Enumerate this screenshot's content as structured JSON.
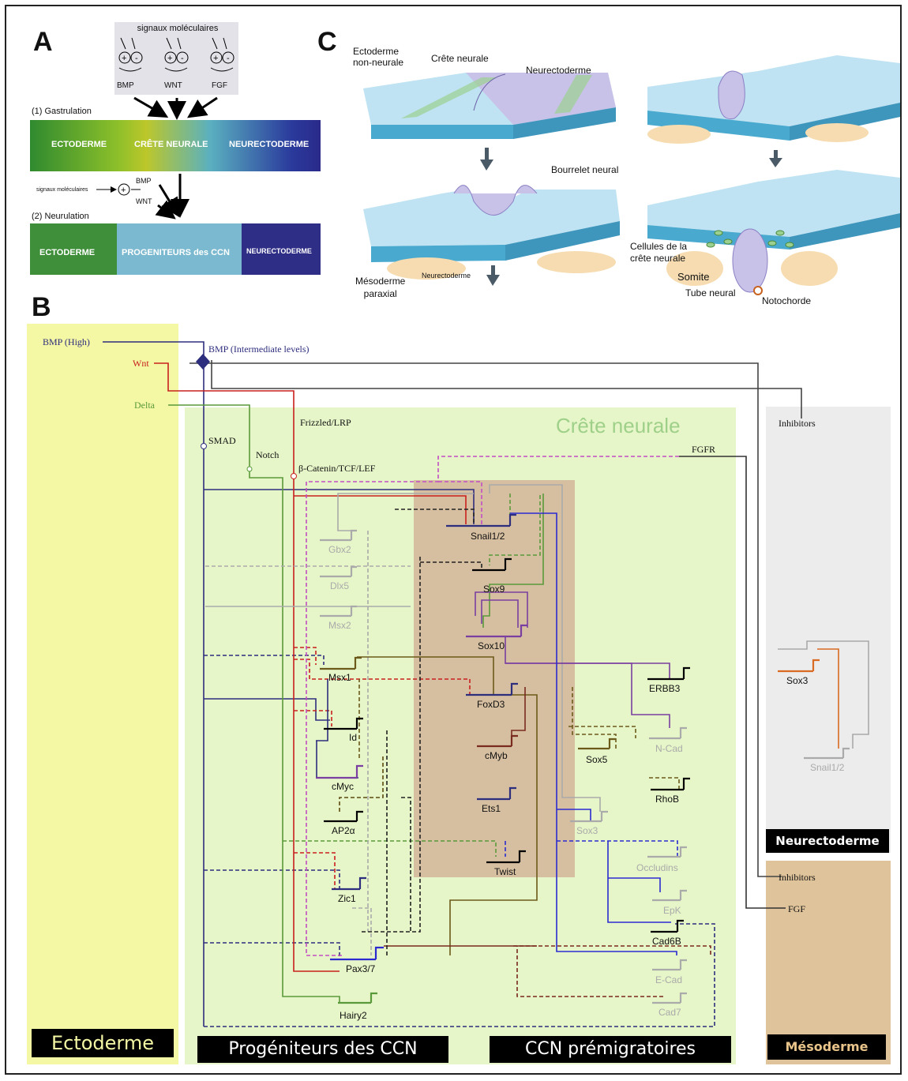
{
  "panels": {
    "a": "A",
    "b": "B",
    "c": "C"
  },
  "panel_a": {
    "signals_title": "signaux moléculaires",
    "signals": [
      "BMP",
      "WNT",
      "FGF"
    ],
    "plus": "+",
    "minus": "-",
    "gastrulation": "(1) Gastrulation",
    "band1": [
      "ECTODERME",
      "CRÊTE NEURALE",
      "NEURECTODERME"
    ],
    "side_signals": "signaux moléculaires",
    "bmp": "BMP",
    "wnt": "WNT",
    "neurulation": "(2) Neurulation",
    "band2": [
      "ECTODERME",
      "PROGENITEURS des CCN",
      "NEURECTODERME"
    ]
  },
  "panel_c": {
    "ecto_non_neural": [
      "Ectoderme",
      "non-neurale"
    ],
    "crete_neurale": "Crête neurale",
    "neurectoderme": "Neurectoderme",
    "bourrelet": "Bourrelet neural",
    "mesoderme": [
      "Mésoderme",
      "paraxial"
    ],
    "neurecto_small": "Neurectoderme",
    "cellules": [
      "Cellules de la",
      "crête neurale"
    ],
    "somite": "Somite",
    "tube": "Tube neural",
    "notochorde": "Notochorde"
  },
  "panel_b": {
    "region_labels": {
      "ectoderme": "Ectoderme",
      "progeniteurs": "Progéniteurs des CCN",
      "premigratoires": "CCN prémigratoires",
      "neurectoderme": "Neurectoderme",
      "mesoderme": "Mésoderme"
    },
    "crete_neurale_title": "Crête neurale",
    "signals": {
      "bmp_high": "BMP (High)",
      "bmp_int": "BMP (Intermediate levels)",
      "wnt": "Wnt",
      "delta": "Delta",
      "smad": "SMAD",
      "notch": "Notch",
      "frizzled": "Frizzled/LRP",
      "catenin": "β-Catenin/TCF/LEF",
      "fgfr": "FGFR",
      "inhibitors": "Inhibitors",
      "inhibitors2": "Inhibitors",
      "fgf": "FGF"
    },
    "genes": {
      "gbx2": "Gbx2",
      "dlx5": "Dlx5",
      "msx2": "Msx2",
      "msx1": "Msx1",
      "id": "Id",
      "cmyc": "cMyc",
      "ap2a": "AP2α",
      "zic1": "Zic1",
      "pax37": "Pax3/7",
      "hairy2": "Hairy2",
      "snail12": "Snail1/2",
      "sox9": "Sox9",
      "sox10": "Sox10",
      "foxd3": "FoxD3",
      "cmyb": "cMyb",
      "ets1": "Ets1",
      "twist": "Twist",
      "erbb3": "ERBB3",
      "ncad": "N-Cad",
      "sox5": "Sox5",
      "rhob": "RhoB",
      "sox3a": "Sox3",
      "occludins": "Occludins",
      "epk": "EpK",
      "cad6b": "Cad6B",
      "ecad": "E-Cad",
      "cad7": "Cad7",
      "sox3": "Sox3",
      "snail12b": "Snail1/2"
    }
  },
  "colors": {
    "ectoderm_bg": "#f4f7a3",
    "crest_bg": "#e6f6c8",
    "neurecto_bg": "#ececec",
    "meso_bg": "#dfc39a",
    "core_bg": "#d6bfa0",
    "bmp": "#2e2e7e",
    "wnt": "#c8201e",
    "delta": "#5a9a3a",
    "fgf": "#c44ec4",
    "grey": "#bbbbbb",
    "brown": "#7a2a1e",
    "blue": "#2b2bd0",
    "orange": "#d86a22"
  }
}
